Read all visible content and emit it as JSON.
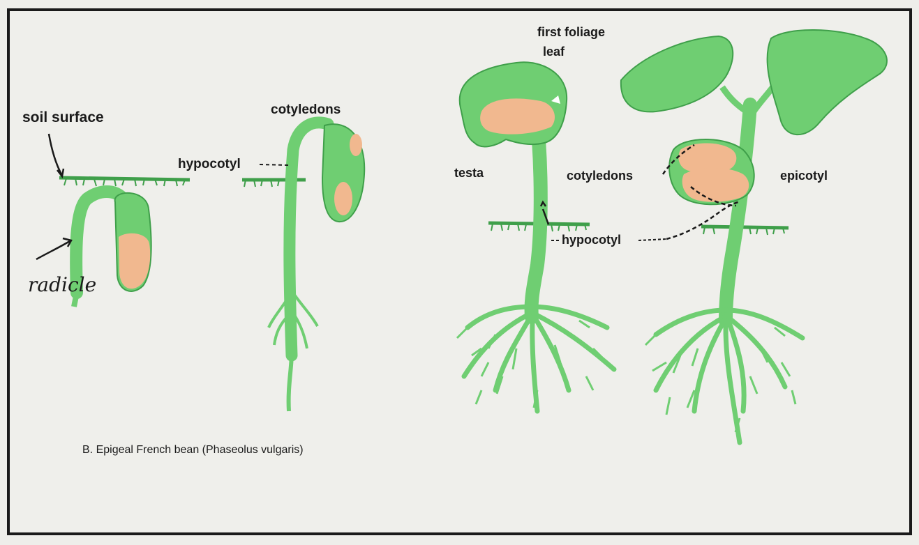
{
  "figure": {
    "caption": "B. Epigeal French bean (Phaseolus vulgaris)",
    "labels": {
      "soil_surface": "soil surface",
      "radicle": "radicle",
      "hypocotyl_1": "hypocotyl",
      "cotyledons_1": "cotyledons",
      "first_foliage_leaf_line1": "first foliage",
      "first_foliage_leaf_line2": "leaf",
      "testa": "testa",
      "cotyledons_2": "cotyledons",
      "epicotyl": "epicotyl",
      "hypocotyl_2": "hypocotyl"
    }
  },
  "colors": {
    "plant_green": "#6fce72",
    "plant_stroke": "#3f9f4a",
    "cotyledon": "#f1b88f",
    "frame": "#1a1a1a",
    "background": "#eeeeea"
  }
}
